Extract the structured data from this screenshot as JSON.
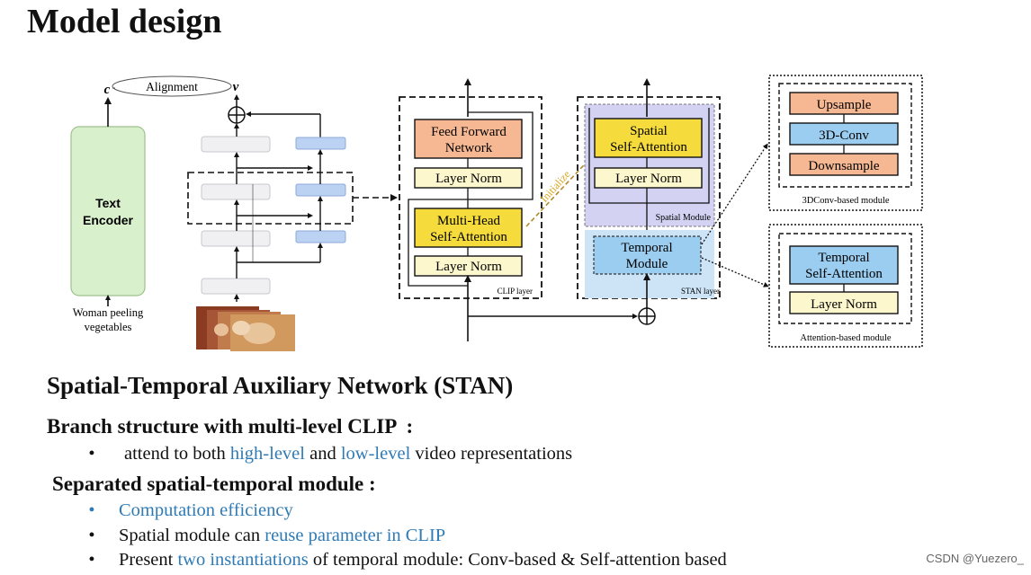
{
  "title": "Model design",
  "subtitle": "Spatial-Temporal Auxiliary Network (STAN)",
  "sections": [
    {
      "heading": "Branch structure with multi-level CLIP  :",
      "bullets": [
        {
          "parts": [
            {
              "t": "attend to both ",
              "h": false
            },
            {
              "t": "high-level",
              "h": true
            },
            {
              "t": " and ",
              "h": false
            },
            {
              "t": "low-level",
              "h": true
            },
            {
              "t": " video representations",
              "h": false
            }
          ]
        }
      ]
    },
    {
      "heading": "Separated spatial-temporal module :",
      "bullets": [
        {
          "parts": [
            {
              "t": "Computation efficiency",
              "h": true
            }
          ],
          "blue_bullet": true
        },
        {
          "parts": [
            {
              "t": "Spatial module can ",
              "h": false
            },
            {
              "t": "reuse parameter in CLIP",
              "h": true
            }
          ]
        },
        {
          "parts": [
            {
              "t": "Present ",
              "h": false
            },
            {
              "t": "two instantiations",
              "h": true
            },
            {
              "t": " of temporal module: Conv-based & Self-attention based",
              "h": false
            }
          ]
        }
      ]
    }
  ],
  "bullet_glyph": "•",
  "diagram": {
    "label_c": "c",
    "label_v": "v",
    "alignment": "Alignment",
    "text_encoder_line1": "Text",
    "text_encoder_line2": "Encoder",
    "caption_line1": "Woman peeling",
    "caption_line2": "vegetables",
    "clip_layer": {
      "ffn_line1": "Feed Forward",
      "ffn_line2": "Network",
      "layer_norm_top": "Layer Norm",
      "mhsa_line1": "Multi-Head",
      "mhsa_line2": "Self-Attention",
      "layer_norm_bottom": "Layer Norm",
      "label": "CLIP layer"
    },
    "initialize": "Initialize",
    "stan_layer": {
      "spatial_line1": "Spatial",
      "spatial_line2": "Self-Attention",
      "layer_norm": "Layer Norm",
      "spatial_module": "Spatial Module",
      "temporal_line1": "Temporal",
      "temporal_line2": "Module",
      "label": "STAN layer"
    },
    "conv_module": {
      "upsample": "Upsample",
      "conv3d": "3D-Conv",
      "downsample": "Downsample",
      "label": "3DConv-based module"
    },
    "attn_module": {
      "temporal_line1": "Temporal",
      "temporal_line2": "Self-Attention",
      "layer_norm": "Layer Norm",
      "label": "Attention-based module"
    },
    "plus": "⊕",
    "colors": {
      "orange": "#f6b893",
      "yellow": "#f5dc3c",
      "cream": "#fdf7cd",
      "blue": "#9bcdf0",
      "lavender": "#d3d2f3",
      "green": "#d9f0cc",
      "bar_blue": "#bcd2f2",
      "bar_gray": "#f0f0f3",
      "highlight": "#2f7bb5"
    }
  },
  "watermark": "CSDN @Yuezero_"
}
